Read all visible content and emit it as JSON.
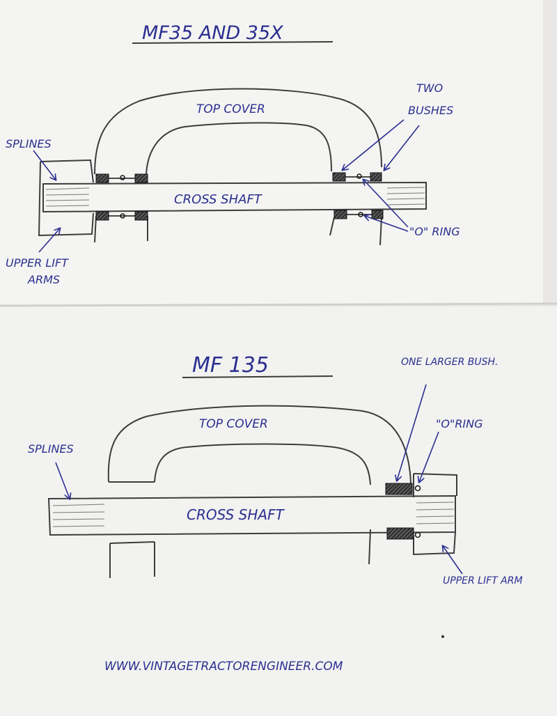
{
  "colors": {
    "paper": "#f4f4f2",
    "paper_shadow": "#d9d9d6",
    "pencil": "#3c3c3c",
    "ink": "#2b2f8f",
    "hatch": "#2a2a2a"
  },
  "top_diagram": {
    "title": "MF35 AND 35X",
    "top_cover": "TOP COVER",
    "cross_shaft": "CROSS SHAFT",
    "splines": "SPLINES",
    "upper_lift_arms_line1": "UPPER LIFT",
    "upper_lift_arms_line2": "ARMS",
    "two_bushes_line1": "TWO",
    "two_bushes_line2": "BUSHES",
    "o_ring": "\"O\" RING"
  },
  "bottom_diagram": {
    "title": "MF 135",
    "top_cover": "TOP COVER",
    "cross_shaft": "CROSS SHAFT",
    "splines": "SPLINES",
    "one_larger_bush": "ONE LARGER BUSH.",
    "o_ring": "\"O\"RING",
    "upper_lift_arm": "UPPER LIFT ARM"
  },
  "footer": {
    "website": "WWW.VINTAGETRACTORENGINEER.COM"
  }
}
